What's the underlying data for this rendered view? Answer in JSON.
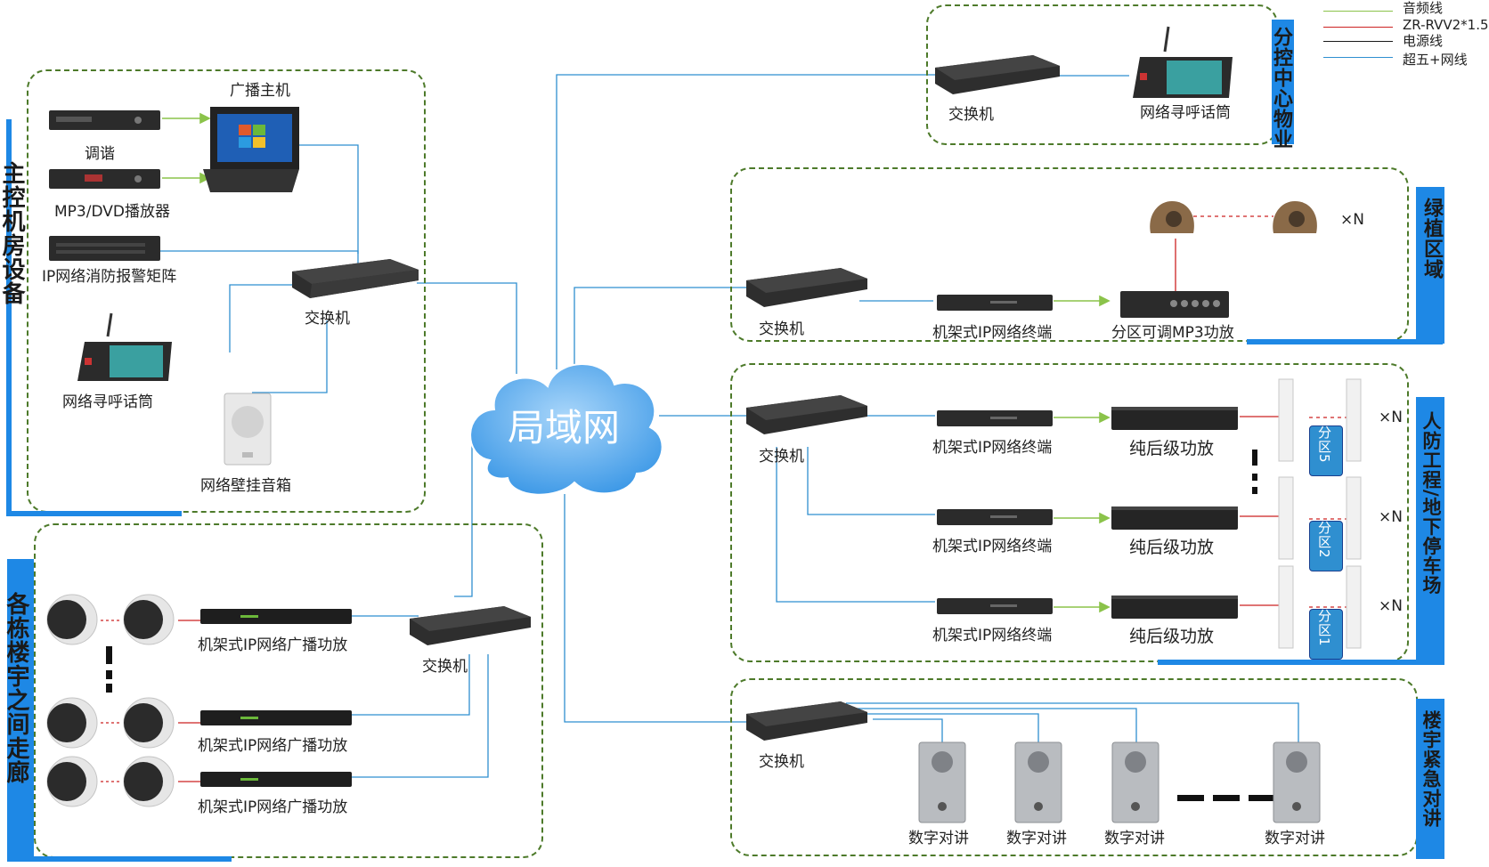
{
  "colors": {
    "audio_line": "#8bc34a",
    "power_cable": "#cc2222",
    "power_line": "#1a1a1a",
    "network_line": "#2f8fd0",
    "zone_border": "#4d7a2a",
    "side_bar": "#1e88e5",
    "cloud": "#5aaef0"
  },
  "legend": {
    "audio": "音频线",
    "cable": "ZR-RVV2*1.5",
    "power": "电源线",
    "network": "超五+网线"
  },
  "cloud_label": "局域网",
  "main_room": {
    "title": "主控机房设备",
    "host_label": "广播主机",
    "tuner_label": "调谐",
    "mp3_label": "MP3/DVD播放器",
    "alarm_label": "IP网络消防报警矩阵",
    "switch_label": "交换机",
    "mic_label": "网络寻呼话筒",
    "wall_speaker_label": "网络壁挂音箱"
  },
  "branch_center": {
    "title": "分控中心物业",
    "switch_label": "交换机",
    "mic_label": "网络寻呼话筒"
  },
  "green_area": {
    "title": "绿植区域",
    "switch_label": "交换机",
    "terminal_label": "机架式IP网络终端",
    "amp_label": "分区可调MP3功放",
    "multiplier": "×N"
  },
  "civil_defense": {
    "title": "人防工程/地下停车场",
    "switch_label": "交换机",
    "rows": [
      {
        "terminal": "机架式IP网络终端",
        "amp": "纯后级功放",
        "zone": "分区5",
        "multiplier": "×N"
      },
      {
        "terminal": "机架式IP网络终端",
        "amp": "纯后级功放",
        "zone": "分区2",
        "multiplier": "×N"
      },
      {
        "terminal": "机架式IP网络终端",
        "amp": "纯后级功放",
        "zone": "分区1",
        "multiplier": "×N"
      }
    ]
  },
  "corridor": {
    "title": "各栋楼宇之间走廊",
    "switch_label": "交换机",
    "amps": [
      "机架式IP网络广播功放",
      "机架式IP网络广播功放",
      "机架式IP网络广播功放"
    ]
  },
  "intercom": {
    "title": "楼宇紧急对讲",
    "switch_label": "交换机",
    "units": [
      "数字对讲",
      "数字对讲",
      "数字对讲",
      "数字对讲"
    ]
  }
}
